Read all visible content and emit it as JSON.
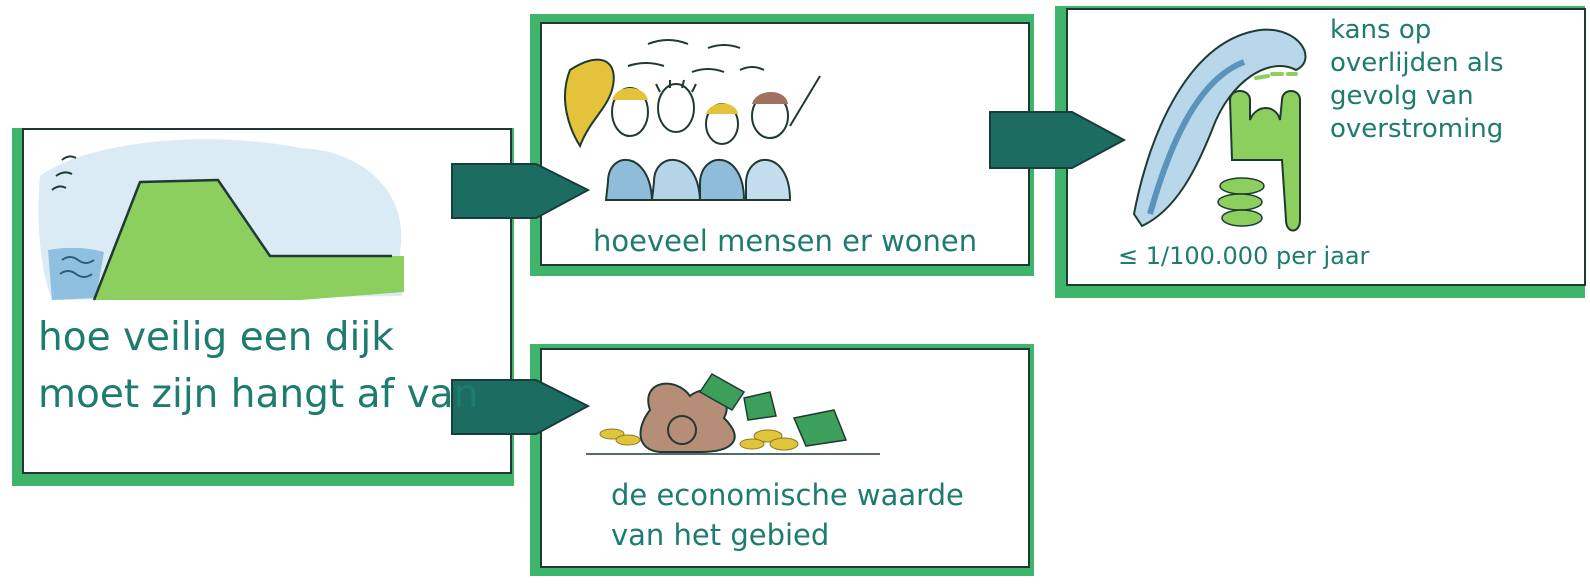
{
  "main": {
    "text": "hoe veilig een dijk moet zijn hangt af van"
  },
  "people": {
    "text": "hoeveel mensen er wonen"
  },
  "economy": {
    "text": "de economische waarde van het gebied"
  },
  "risk": {
    "text": "kans op overlijden als gevolg van overstroming",
    "limit": "≤ 1/100.000 per jaar"
  },
  "icons": [
    "dike-illustration",
    "people-illustration",
    "money-bag-illustration",
    "flood-wave-illustration"
  ],
  "colors": {
    "accent_green": "#3fb56c",
    "text_teal": "#1d7c6e",
    "arrow_teal": "#1d6c62",
    "dike_green": "#8ccf5f",
    "water_blue": "#a9d3e8"
  }
}
